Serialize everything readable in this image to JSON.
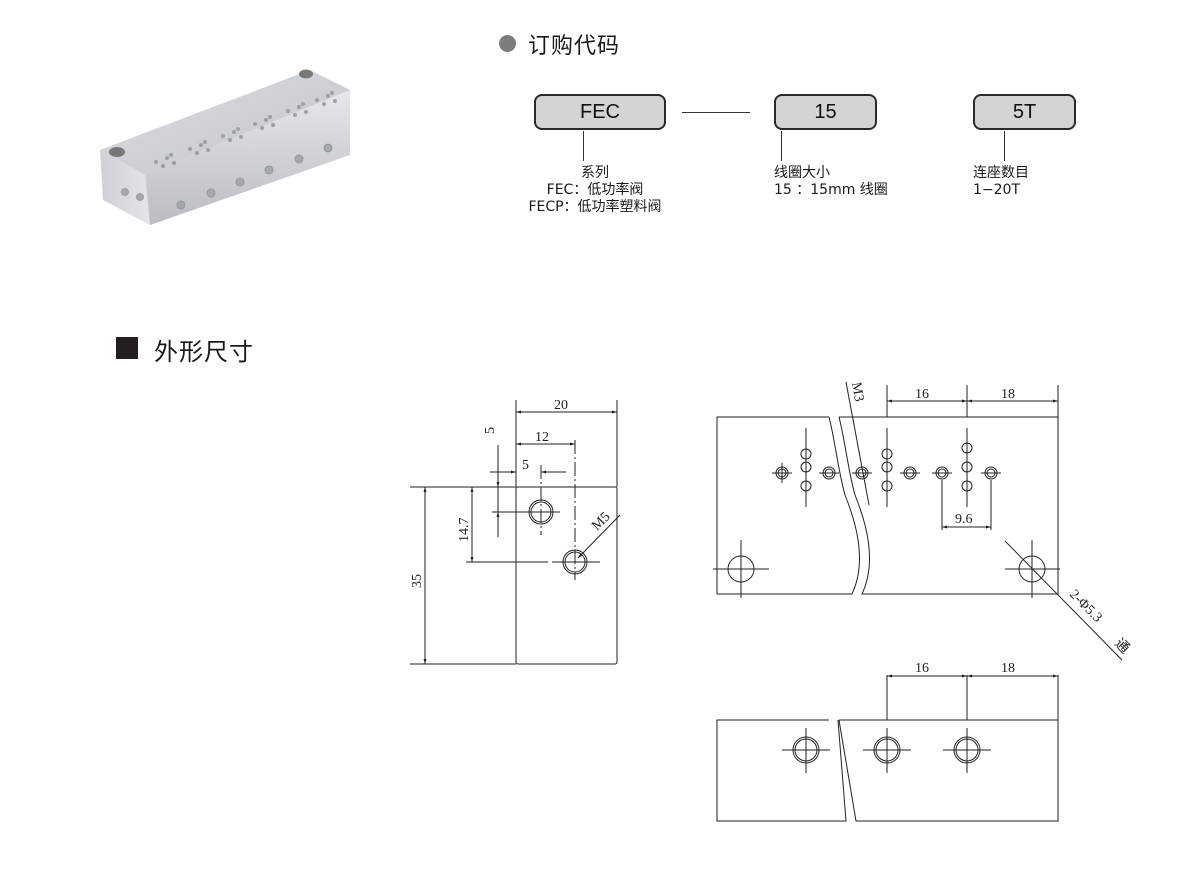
{
  "ordering_code": {
    "title": "订购代码",
    "segments": [
      {
        "code": "FEC",
        "label": "系列",
        "options": [
          "FEC：低功率阀",
          "FECP：低功率塑料阀"
        ]
      },
      {
        "code": "15",
        "label": "线圈大小",
        "options": [
          "15 ：15mm 线圈"
        ]
      },
      {
        "code": "5T",
        "label": "连座数目",
        "options": [
          "1−20T"
        ]
      }
    ]
  },
  "dimensions": {
    "title": "外形尺寸",
    "side_view": {
      "width": "20",
      "height": "35",
      "hole_offset_x": "12",
      "port_offset_x": "5",
      "port_offset_y": "5",
      "port_spacing_y": "14.7",
      "thread_label": "M5"
    },
    "top_view": {
      "pitch": "16",
      "end_offset": "18",
      "pilot_pitch": "9.6",
      "thread_label": "M3",
      "mount_hole_label": "2-Φ5.3",
      "mount_hole_note": "通"
    },
    "bottom_view": {
      "pitch": "16",
      "end_offset": "18"
    }
  },
  "product_image": {
    "alt": "aluminum manifold block"
  }
}
